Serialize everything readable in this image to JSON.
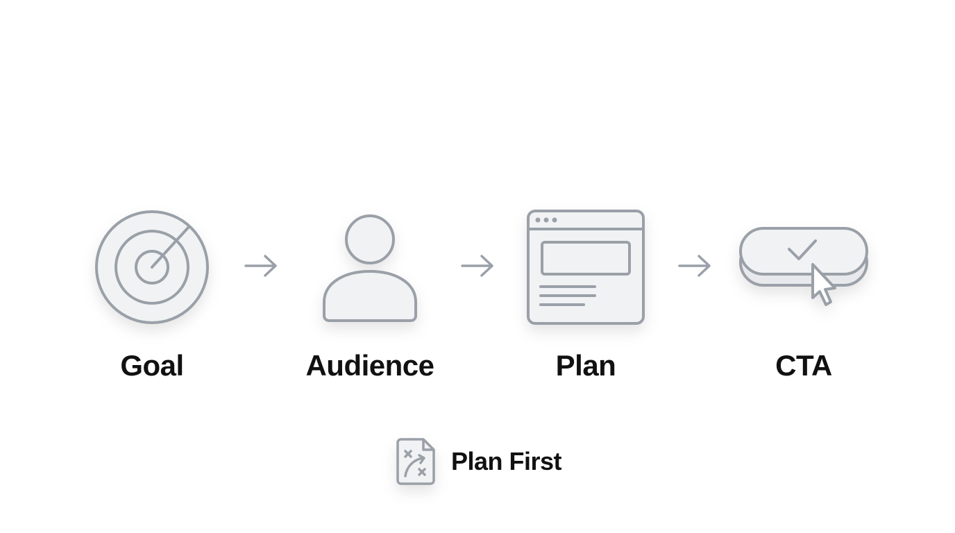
{
  "steps": [
    {
      "label": "Goal",
      "icon": "target-icon"
    },
    {
      "label": "Audience",
      "icon": "person-icon"
    },
    {
      "label": "Plan",
      "icon": "browser-window-icon"
    },
    {
      "label": "CTA",
      "icon": "button-click-icon"
    }
  ],
  "footer": {
    "label": "Plan First",
    "icon": "strategy-document-icon"
  },
  "colors": {
    "stroke": "#9aa0a8",
    "fill": "#f1f2f4",
    "text": "#111111",
    "background": "#ffffff"
  }
}
